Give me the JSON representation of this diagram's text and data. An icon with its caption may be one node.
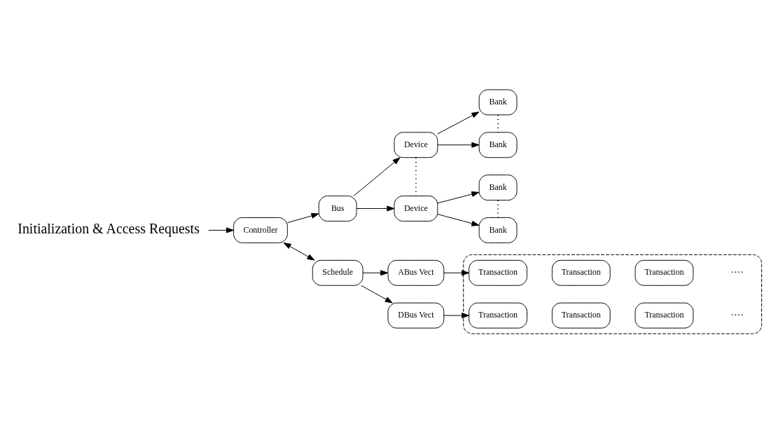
{
  "diagram": {
    "nodes": [
      {
        "text": [
          "Initialization & Access Requests"
        ]
      },
      {
        "text": [
          "Controller"
        ]
      },
      {
        "text": [
          "Bus"
        ]
      },
      {
        "text": [
          "Device"
        ]
      },
      {
        "text": [
          "Device"
        ]
      },
      {
        "text": [
          "Bank"
        ]
      },
      {
        "text": [
          "Bank"
        ]
      },
      {
        "text": [
          "Bank"
        ]
      },
      {
        "text": [
          "Bank"
        ]
      },
      {
        "text": [
          "Schedule"
        ]
      },
      {
        "text": [
          "ABus Vect"
        ]
      },
      {
        "text": [
          "DBus Vect"
        ]
      },
      {
        "text": [],
        "shape": "box"
      },
      {
        "text": [
          "Transaction"
        ],
        "in": 12
      },
      {
        "text": [
          "Transaction"
        ],
        "in": 12
      },
      {
        "text": [
          "Transaction"
        ],
        "in": 12
      },
      {
        "text": [
          "Transaction"
        ],
        "in": 12
      },
      {
        "text": [
          "Transaction"
        ],
        "in": 12
      },
      {
        "text": [
          "Transaction"
        ],
        "in": 12
      }
    ],
    "edges": [
      {
        "from": 0,
        "to": 1,
        "arrow": "to"
      },
      {
        "from": 1,
        "to": 2,
        "arrow": "to"
      },
      {
        "from": 2,
        "to": 3,
        "arrow": "to"
      },
      {
        "from": 2,
        "to": 4,
        "arrow": "to"
      },
      {
        "from": 3,
        "to": 5,
        "arrow": "to"
      },
      {
        "from": 3,
        "to": 6,
        "arrow": "to"
      },
      {
        "from": 4,
        "to": 7,
        "arrow": "to"
      },
      {
        "from": 4,
        "to": 8,
        "arrow": "to"
      },
      {
        "from": 3,
        "to": 4,
        "arrow": "none",
        "style": "dashed"
      },
      {
        "from": 5,
        "to": 6,
        "arrow": "none",
        "style": "dashed"
      },
      {
        "from": 7,
        "to": 8,
        "arrow": "none",
        "style": "dashed"
      },
      {
        "from": 1,
        "to": 9,
        "arrow": "both"
      },
      {
        "from": 9,
        "to": 10,
        "arrow": "to"
      },
      {
        "from": 9,
        "to": 11,
        "arrow": "to"
      },
      {
        "from": 10,
        "to": 13,
        "arrow": "to"
      },
      {
        "from": 11,
        "to": 16,
        "arrow": "to"
      }
    ],
    "labels": [
      "····",
      "····"
    ]
  }
}
